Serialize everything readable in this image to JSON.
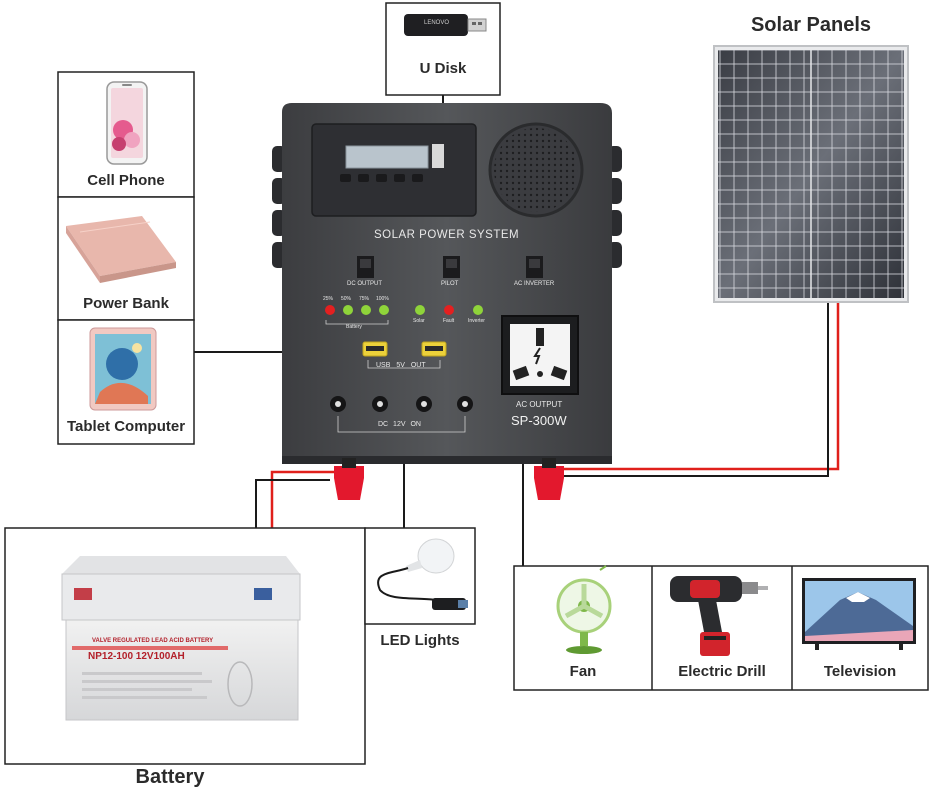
{
  "labels": {
    "u_disk": "U Disk",
    "solar_panels": "Solar Panels",
    "cell_phone": "Cell Phone",
    "power_bank": "Power Bank",
    "tablet_computer": "Tablet Computer",
    "battery": "Battery",
    "led_lights": "LED Lights",
    "fan": "Fan",
    "electric_drill": "Electric Drill",
    "television": "Television"
  },
  "panel": {
    "title": "SOLAR POWER SYSTEM",
    "switch_dc": "DC OUTPUT",
    "switch_pilot": "PILOT",
    "switch_ac": "AC INVERTER",
    "battery_levels": [
      "25%",
      "50%",
      "75%",
      "100%"
    ],
    "battery_label": "Battery",
    "indicators": [
      "Solar",
      "Fault",
      "Inverter"
    ],
    "usb_label": "USB 5V OUT",
    "dc_label": "DC 12V ON",
    "ac_output_label": "AC OUTPUT",
    "model": "SP-300W"
  },
  "battery_text": {
    "brand": "VALVE REGULATED LEAD ACID BATTERY",
    "model": "NP12-100 12V100AH"
  },
  "usb_brand": "LENOVO",
  "colors": {
    "wire_red": "#e0201b",
    "wire_black": "#1a1a1a",
    "panel_body": "#4e4f52",
    "led_red": "#e42020",
    "led_green": "#8fd43a",
    "terminal_red": "#e3182d"
  }
}
